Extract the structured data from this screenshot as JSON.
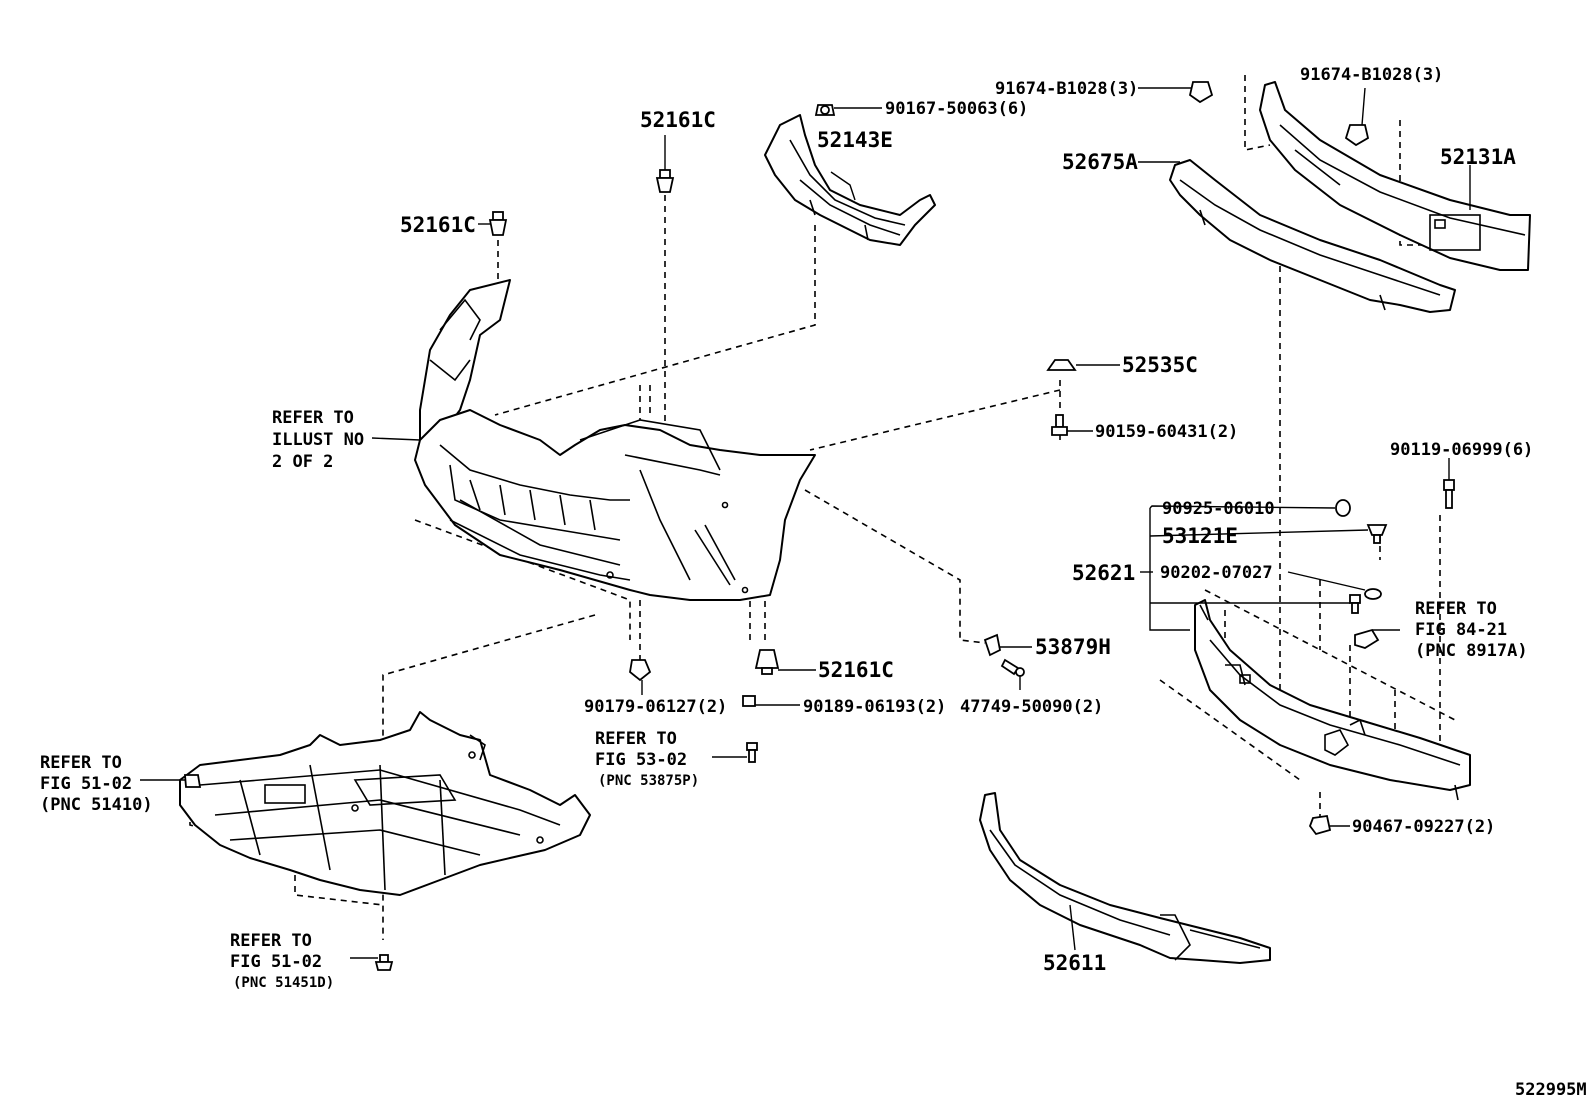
{
  "diagram_id": "522995M",
  "callouts": {
    "c52161C_top": "52161C",
    "c52161C_left": "52161C",
    "c52161C_bottom": "52161C",
    "c52143E": "52143E",
    "c90167": "90167-50063(6)",
    "c91674_left": "91674-B1028(3)",
    "c91674_right": "91674-B1028(3)",
    "c52675A": "52675A",
    "c52131A": "52131A",
    "c52535C": "52535C",
    "c90159": "90159-60431(2)",
    "c90119": "90119-06999(6)",
    "c90925": "90925-06010",
    "c53121E": "53121E",
    "c52621": "52621",
    "c90202": "90202-07027",
    "c53879H": "53879H",
    "c47749": "47749-50090(2)",
    "c90179": "90179-06127(2)",
    "c90189": "90189-06193(2)",
    "c90467": "90467-09227(2)",
    "c52611": "52611"
  },
  "refer_notes": {
    "illust": [
      "REFER TO",
      "ILLUST NO",
      "2 OF 2"
    ],
    "fig5302": [
      "REFER TO",
      "FIG 53-02",
      "(PNC 53875P)"
    ],
    "fig5102a": [
      "REFER TO",
      "FIG 51-02",
      "(PNC 51410)"
    ],
    "fig5102b": [
      "REFER TO",
      "FIG 51-02",
      "(PNC 51451D)"
    ],
    "fig8421": [
      "REFER TO",
      "FIG 84-21",
      "(PNC 8917A)"
    ]
  }
}
